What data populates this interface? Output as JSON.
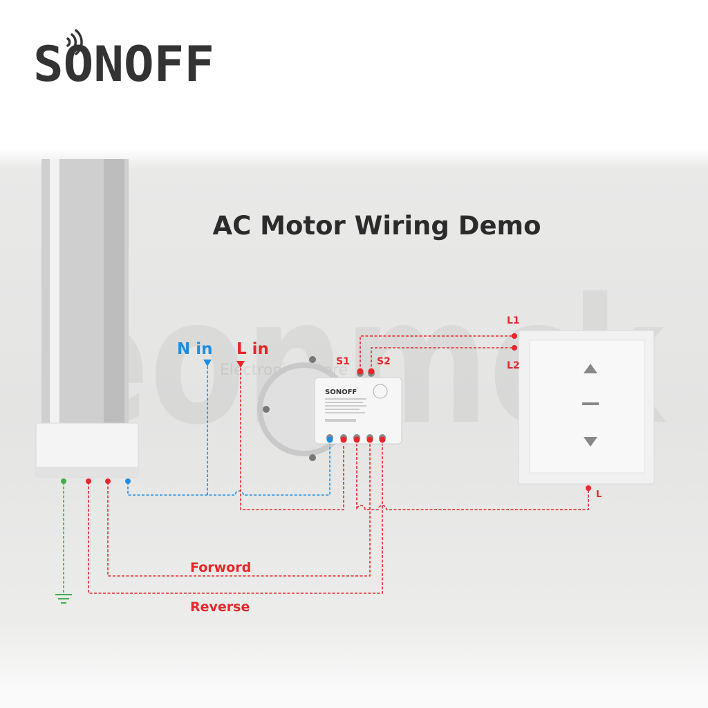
{
  "logo": {
    "text": "SONOFF"
  },
  "title": "AC Motor Wiring Demo",
  "watermark": {
    "text": "eonmck",
    "subtext": "Electronics Store"
  },
  "labels": {
    "n_in": "N in",
    "l_in": "L in",
    "s1": "S1",
    "s2": "S2",
    "l1": "L1",
    "l2": "L2",
    "l": "L",
    "forward": "Forword",
    "reverse": "Reverse"
  },
  "colors": {
    "live": "#e8262a",
    "neutral": "#1e8de0",
    "ground": "#3fae49",
    "text": "#2b2b2b"
  }
}
